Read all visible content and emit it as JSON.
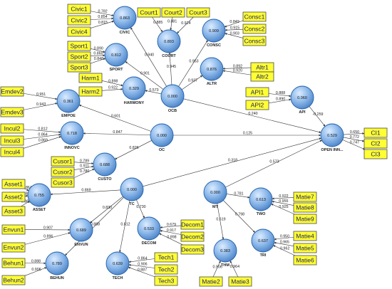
{
  "latents": [
    {
      "id": "CIVIC",
      "name": "CIVIC",
      "value": "0.863"
    },
    {
      "id": "COURT",
      "name": "COURT",
      "value": "0.893"
    },
    {
      "id": "CONSC",
      "name": "CONSC",
      "value": "0.909"
    },
    {
      "id": "SPORT",
      "name": "SPORT",
      "value": "0.812"
    },
    {
      "id": "ALTR",
      "name": "ALTR",
      "value": "0.876"
    },
    {
      "id": "HARMONY",
      "name": "HARMONY",
      "value": "0.329"
    },
    {
      "id": "OCB",
      "name": "OCB",
      "value": "0.000"
    },
    {
      "id": "EMPOE",
      "name": "EMPOE",
      "value": "0.361"
    },
    {
      "id": "API",
      "name": "API",
      "value": "0.060"
    },
    {
      "id": "INNOVC",
      "name": "INNOVC",
      "value": "0.718"
    },
    {
      "id": "OC",
      "name": "OC",
      "value": "0.000"
    },
    {
      "id": "OPENINN",
      "name": "OPEN INN...",
      "value": "0.529"
    },
    {
      "id": "CUSTO",
      "name": "CUSTO",
      "value": "0.688"
    },
    {
      "id": "TC",
      "name": "TC",
      "value": "0.000"
    },
    {
      "id": "MT",
      "name": "MT",
      "value": "0.000"
    },
    {
      "id": "ASSET",
      "name": "ASSET",
      "value": "0.755"
    },
    {
      "id": "TWO",
      "name": "TWO",
      "value": "0.613"
    },
    {
      "id": "ENVUN",
      "name": "ENVUN",
      "value": "0.689"
    },
    {
      "id": "DECOM",
      "name": "DECOM",
      "value": "0.533"
    },
    {
      "id": "TRI",
      "name": "TRI",
      "value": "0.637"
    },
    {
      "id": "BEHUN",
      "name": "BEHUN",
      "value": "0.789"
    },
    {
      "id": "TECH",
      "name": "TECH",
      "value": "0.639"
    },
    {
      "id": "THM",
      "name": "THM",
      "value": "0.383"
    }
  ],
  "indicators": [
    {
      "id": "Civic1",
      "label": "Civic1"
    },
    {
      "id": "Civic2",
      "label": "Civic2"
    },
    {
      "id": "Civic4",
      "label": "Civic4"
    },
    {
      "id": "Court1",
      "label": "Court1"
    },
    {
      "id": "Court2",
      "label": "Court2"
    },
    {
      "id": "Court3",
      "label": "Court3"
    },
    {
      "id": "Consc1",
      "label": "Consc1"
    },
    {
      "id": "Consc2",
      "label": "Consc2"
    },
    {
      "id": "Consc3",
      "label": "Consc3"
    },
    {
      "id": "Sport1",
      "label": "Sport1"
    },
    {
      "id": "Sport2",
      "label": "Sport2"
    },
    {
      "id": "Sport3",
      "label": "Sport3"
    },
    {
      "id": "Altr1",
      "label": "Altr1"
    },
    {
      "id": "Altr2",
      "label": "Altr2"
    },
    {
      "id": "Harm1",
      "label": "Harm1"
    },
    {
      "id": "Harm2",
      "label": "Harm2"
    },
    {
      "id": "Emdev2",
      "label": "Emdev2"
    },
    {
      "id": "Emdev3",
      "label": "Emdev3"
    },
    {
      "id": "API1",
      "label": "API1"
    },
    {
      "id": "API2",
      "label": "API2"
    },
    {
      "id": "Incul2",
      "label": "Incul2"
    },
    {
      "id": "Incul3",
      "label": "Incul3"
    },
    {
      "id": "Incul4",
      "label": "Incul4"
    },
    {
      "id": "CI1",
      "label": "CI1"
    },
    {
      "id": "CI2",
      "label": "CI2"
    },
    {
      "id": "CI3",
      "label": "CI3"
    },
    {
      "id": "Cusor1",
      "label": "Cusor1"
    },
    {
      "id": "Cusor2",
      "label": "Cusor2"
    },
    {
      "id": "Cusor3",
      "label": "Cusor3"
    },
    {
      "id": "Asset1",
      "label": "Asset1"
    },
    {
      "id": "Asset2",
      "label": "Asset2"
    },
    {
      "id": "Asset3",
      "label": "Asset3"
    },
    {
      "id": "Envun1",
      "label": "Envun1"
    },
    {
      "id": "Envun2",
      "label": "Envun2"
    },
    {
      "id": "Behun1",
      "label": "Behun1"
    },
    {
      "id": "Behun2",
      "label": "Behun2"
    },
    {
      "id": "Decom1",
      "label": "Decom1"
    },
    {
      "id": "Decom2",
      "label": "Decom2"
    },
    {
      "id": "Decom3",
      "label": "Decom3"
    },
    {
      "id": "Tech1",
      "label": "Tech1"
    },
    {
      "id": "Tech2",
      "label": "Tech2"
    },
    {
      "id": "Tech3",
      "label": "Tech3"
    },
    {
      "id": "Matie7",
      "label": "Matie7"
    },
    {
      "id": "Matie8",
      "label": "Matie8"
    },
    {
      "id": "Matie9",
      "label": "Matie9"
    },
    {
      "id": "Matie4",
      "label": "Matie4"
    },
    {
      "id": "Matie5",
      "label": "Matie5"
    },
    {
      "id": "Matie6",
      "label": "Matie6"
    },
    {
      "id": "Matie2",
      "label": "Matie2"
    },
    {
      "id": "Matie3",
      "label": "Matie3"
    }
  ],
  "edges": [
    {
      "from": "Civic1",
      "to": "CIVIC",
      "label": "0.782"
    },
    {
      "from": "Civic2",
      "to": "CIVIC",
      "label": "0.854"
    },
    {
      "from": "Civic4",
      "to": "CIVIC",
      "label": "0.815"
    },
    {
      "from": "Court1",
      "to": "COURT",
      "label": "0.885"
    },
    {
      "from": "Court2",
      "to": "COURT",
      "label": "0.881"
    },
    {
      "from": "Court3",
      "to": "COURT",
      "label": "0.924"
    },
    {
      "from": "Consc1",
      "to": "CONSC",
      "label": "0.849"
    },
    {
      "from": "Consc2",
      "to": "CONSC",
      "label": "0.915"
    },
    {
      "from": "Consc3",
      "to": "CONSC",
      "label": "0.903"
    },
    {
      "from": "Sport1",
      "to": "SPORT",
      "label": "0.890"
    },
    {
      "from": "Sport2",
      "to": "SPORT",
      "label": "0.860"
    },
    {
      "from": "Sport3",
      "to": "SPORT",
      "label": "0.848"
    },
    {
      "from": "Altr1",
      "to": "ALTR",
      "label": "0.892"
    },
    {
      "from": "Altr2",
      "to": "ALTR",
      "label": "0.920"
    },
    {
      "from": "Harm1",
      "to": "HARMONY",
      "label": "0.898"
    },
    {
      "from": "Harm2",
      "to": "HARMONY",
      "label": "0.922"
    },
    {
      "from": "Emdev2",
      "to": "EMPOE",
      "label": "0.951"
    },
    {
      "from": "Emdev3",
      "to": "EMPOE",
      "label": "0.943"
    },
    {
      "from": "API1",
      "to": "API",
      "label": "0.888"
    },
    {
      "from": "API2",
      "to": "API",
      "label": "0.890"
    },
    {
      "from": "Incul2",
      "to": "INNOVC",
      "label": "0.812"
    },
    {
      "from": "Incul3",
      "to": "INNOVC",
      "label": "0.864"
    },
    {
      "from": "Incul4",
      "to": "INNOVC",
      "label": "0.869"
    },
    {
      "from": "OPENINN",
      "to": "CI1",
      "label": "0.650"
    },
    {
      "from": "OPENINN",
      "to": "CI2",
      "label": "0.772"
    },
    {
      "from": "OPENINN",
      "to": "CI3",
      "label": "0.747"
    },
    {
      "from": "Cusor1",
      "to": "CUSTO",
      "label": "0.789"
    },
    {
      "from": "Cusor2",
      "to": "CUSTO",
      "label": "0.911"
    },
    {
      "from": "Cusor3",
      "to": "CUSTO",
      "label": "0.780"
    },
    {
      "from": "Asset1",
      "to": "ASSET",
      "label": "0.864"
    },
    {
      "from": "Asset2",
      "to": "ASSET",
      "label": "0.850"
    },
    {
      "from": "Asset3",
      "to": "ASSET",
      "label": "0.882"
    },
    {
      "from": "Envun1",
      "to": "ENVUN",
      "label": "0.907"
    },
    {
      "from": "Envun2",
      "to": "ENVUN",
      "label": "0.896"
    },
    {
      "from": "Behun1",
      "to": "BEHUN",
      "label": "0.888"
    },
    {
      "from": "Behun2",
      "to": "BEHUN",
      "label": "0.906"
    },
    {
      "from": "Decom1",
      "to": "DECOM",
      "label": "0.679"
    },
    {
      "from": "Decom2",
      "to": "DECOM",
      "label": "0.917"
    },
    {
      "from": "Decom3",
      "to": "DECOM",
      "label": "0.898"
    },
    {
      "from": "Tech1",
      "to": "TECH",
      "label": "0.864"
    },
    {
      "from": "Tech2",
      "to": "TECH",
      "label": "0.906"
    },
    {
      "from": "Tech3",
      "to": "TECH",
      "label": "0.887"
    },
    {
      "from": "Matie7",
      "to": "TWO",
      "label": "0.922"
    },
    {
      "from": "Matie8",
      "to": "TWO",
      "label": "0.955"
    },
    {
      "from": "Matie9",
      "to": "TWO",
      "label": "0.925"
    },
    {
      "from": "Matie4",
      "to": "TRI",
      "label": "0.950"
    },
    {
      "from": "Matie5",
      "to": "TRI",
      "label": "0.965"
    },
    {
      "from": "Matie6",
      "to": "TRI",
      "label": "0.962"
    },
    {
      "from": "Matie2",
      "to": "THM",
      "label": "0.906"
    },
    {
      "from": "Matie3",
      "to": "THM",
      "label": "0.964"
    },
    {
      "from": "OCB",
      "to": "CIVIC",
      "label": "0.940"
    },
    {
      "from": "OCB",
      "to": "COURT",
      "label": "0.945"
    },
    {
      "from": "OCB",
      "to": "CONSC",
      "label": "0.953"
    },
    {
      "from": "OCB",
      "to": "SPORT",
      "label": "0.901"
    },
    {
      "from": "OCB",
      "to": "ALTR",
      "label": "0.937"
    },
    {
      "from": "OCB",
      "to": "HARMONY",
      "label": "0.573"
    },
    {
      "from": "OC",
      "to": "EMPOE",
      "label": "0.601"
    },
    {
      "from": "OC",
      "to": "INNOVC",
      "label": "0.847"
    },
    {
      "from": "OC",
      "to": "CUSTO",
      "label": "0.826"
    },
    {
      "from": "TC",
      "to": "ASSET",
      "label": "0.869"
    },
    {
      "from": "TC",
      "to": "ENVUN",
      "label": "0.830"
    },
    {
      "from": "TC",
      "to": "BEHUN",
      "label": "0.888"
    },
    {
      "from": "TC",
      "to": "DECOM",
      "label": "0.730"
    },
    {
      "from": "TC",
      "to": "TECH",
      "label": "0.812"
    },
    {
      "from": "MT",
      "to": "TWO",
      "label": "0.781"
    },
    {
      "from": "MT",
      "to": "TRI",
      "label": "0.798"
    },
    {
      "from": "MT",
      "to": "THM",
      "label": "0.619"
    },
    {
      "from": "OCB",
      "to": "OPENINN",
      "label": "0.240"
    },
    {
      "from": "OC",
      "to": "OPENINN",
      "label": "0.125"
    },
    {
      "from": "TC",
      "to": "OPENINN",
      "label": "0.318"
    },
    {
      "from": "MT",
      "to": "OPENINN",
      "label": "0.573"
    },
    {
      "from": "API",
      "to": "OPENINN",
      "label": "-0.259"
    }
  ]
}
